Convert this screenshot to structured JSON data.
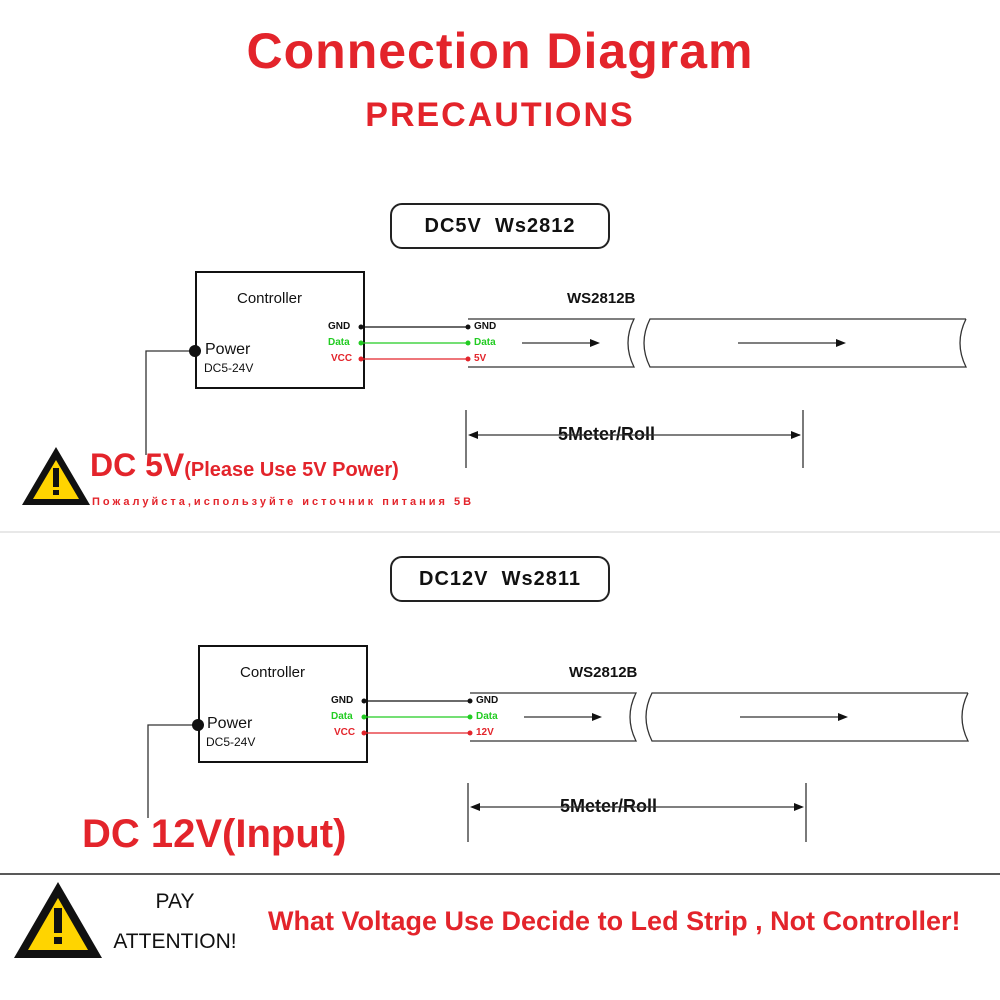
{
  "header": {
    "title": "Connection Diagram",
    "subtitle": "PRECAUTIONS"
  },
  "section1": {
    "pill": "DC5V  Ws2812",
    "controller": {
      "title": "Controller",
      "pins": [
        "GND",
        "Data",
        "VCC"
      ],
      "power_label": "Power",
      "power_range": "DC5-24V"
    },
    "strip": {
      "name": "WS2812B",
      "pins": [
        "GND",
        "Data",
        "5V"
      ]
    },
    "length": "5Meter/Roll",
    "warning": {
      "main": "DC 5V",
      "paren": "(Please Use 5V Power)",
      "russian": "Пожалуйста,используйте источник питания 5В"
    }
  },
  "section2": {
    "pill": "DC12V  Ws2811",
    "controller": {
      "title": "Controller",
      "pins": [
        "GND",
        "Data",
        "VCC"
      ],
      "power_label": "Power",
      "power_range": "DC5-24V"
    },
    "strip": {
      "name": "WS2812B",
      "pins": [
        "GND",
        "Data",
        "12V"
      ]
    },
    "length": "5Meter/Roll",
    "input_label": "DC 12V(Input)"
  },
  "attention": {
    "pay": "PAY",
    "attention": "ATTENTION!",
    "message": "What Voltage Use Decide to Led Strip , Not Controller!"
  },
  "colors": {
    "accent": "#e3242b",
    "gnd_wire": "#111111",
    "data_wire": "#22cc22",
    "vcc_wire": "#e3242b",
    "warning_fill": "#ffd400"
  }
}
